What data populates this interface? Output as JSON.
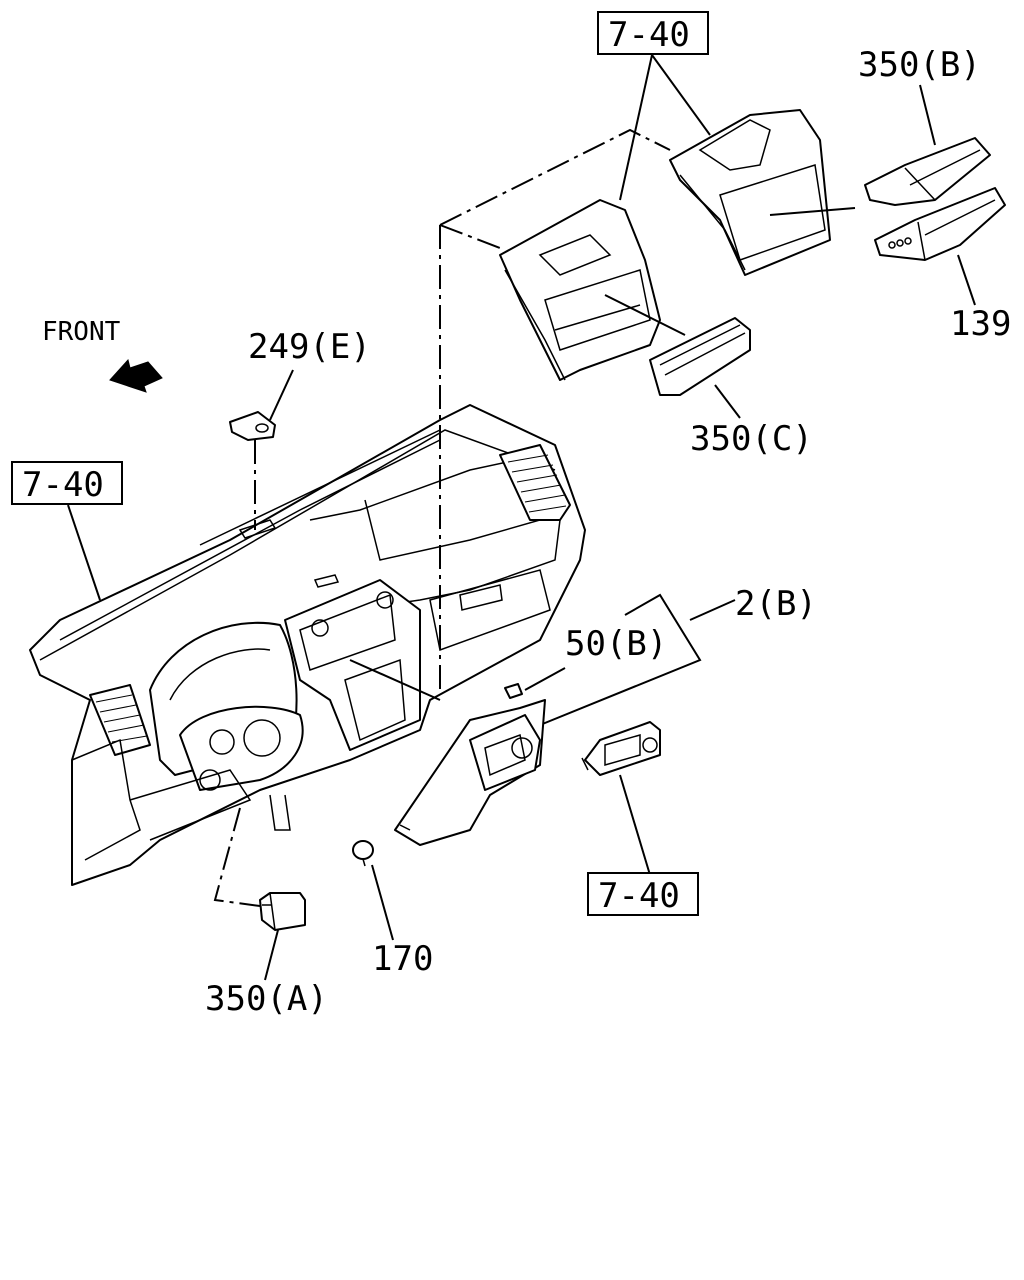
{
  "labels": {
    "front": "FRONT",
    "ref_top": "7-40",
    "ref_left": "7-40",
    "ref_bottom": "7-40",
    "p350b": "350(B)",
    "p139": "139",
    "p350c": "350(C)",
    "p249e": "249(E)",
    "p2b": "2(B)",
    "p50b": "50(B)",
    "p170": "170",
    "p350a": "350(A)"
  },
  "colors": {
    "line": "#000000",
    "background": "#ffffff"
  }
}
